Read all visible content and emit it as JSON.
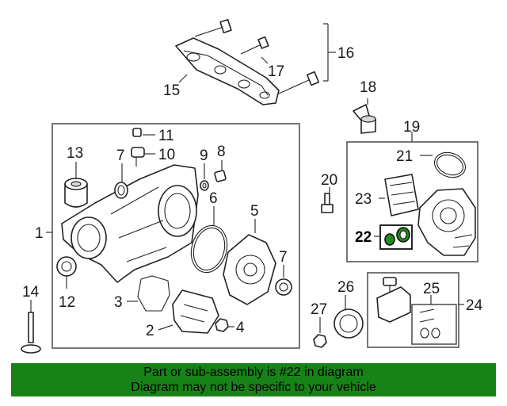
{
  "parts": {
    "p1": "1",
    "p2": "2",
    "p3": "3",
    "p4": "4",
    "p5": "5",
    "p6": "6",
    "p7a": "7",
    "p7b": "7",
    "p8": "8",
    "p9": "9",
    "p10": "10",
    "p11": "11",
    "p12": "12",
    "p13": "13",
    "p14": "14",
    "p15": "15",
    "p16": "16",
    "p17": "17",
    "p18": "18",
    "p19": "19",
    "p20": "20",
    "p21": "21",
    "p22": "22",
    "p23": "23",
    "p24": "24",
    "p25": "25",
    "p26": "26",
    "p27": "27"
  },
  "highlight_color": "#1f8a1f",
  "banner": {
    "line1": "Part or sub-assembly is #22 in diagram",
    "line2": "Diagram may not be specific to your vehicle",
    "color": "#178217"
  }
}
